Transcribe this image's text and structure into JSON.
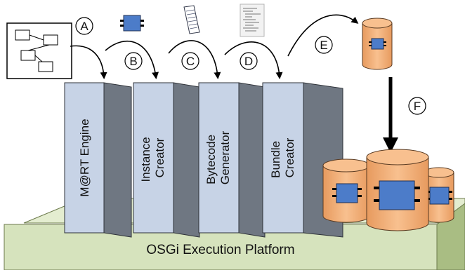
{
  "platform": {
    "label": "OSGi Execution Platform"
  },
  "blocks": [
    {
      "label_lines": [
        "M@RT Engine"
      ]
    },
    {
      "label_lines": [
        "Instance",
        "Creator"
      ]
    },
    {
      "label_lines": [
        "Bytecode",
        "Generator"
      ]
    },
    {
      "label_lines": [
        "Bundle",
        "Creator"
      ]
    }
  ],
  "steps": [
    "A",
    "B",
    "C",
    "D",
    "E",
    "F"
  ],
  "colors": {
    "platform_top": "#d6e3bd",
    "platform_side": "#bccf97",
    "block_front": "#c7d3e6",
    "block_side": "#6f7782",
    "cylinder": "#f3b27c",
    "component": "#4c7cc9"
  },
  "icons": [
    "diagram-icon",
    "component-icon",
    "document-icon",
    "code-listing-icon",
    "bundle-icon"
  ]
}
